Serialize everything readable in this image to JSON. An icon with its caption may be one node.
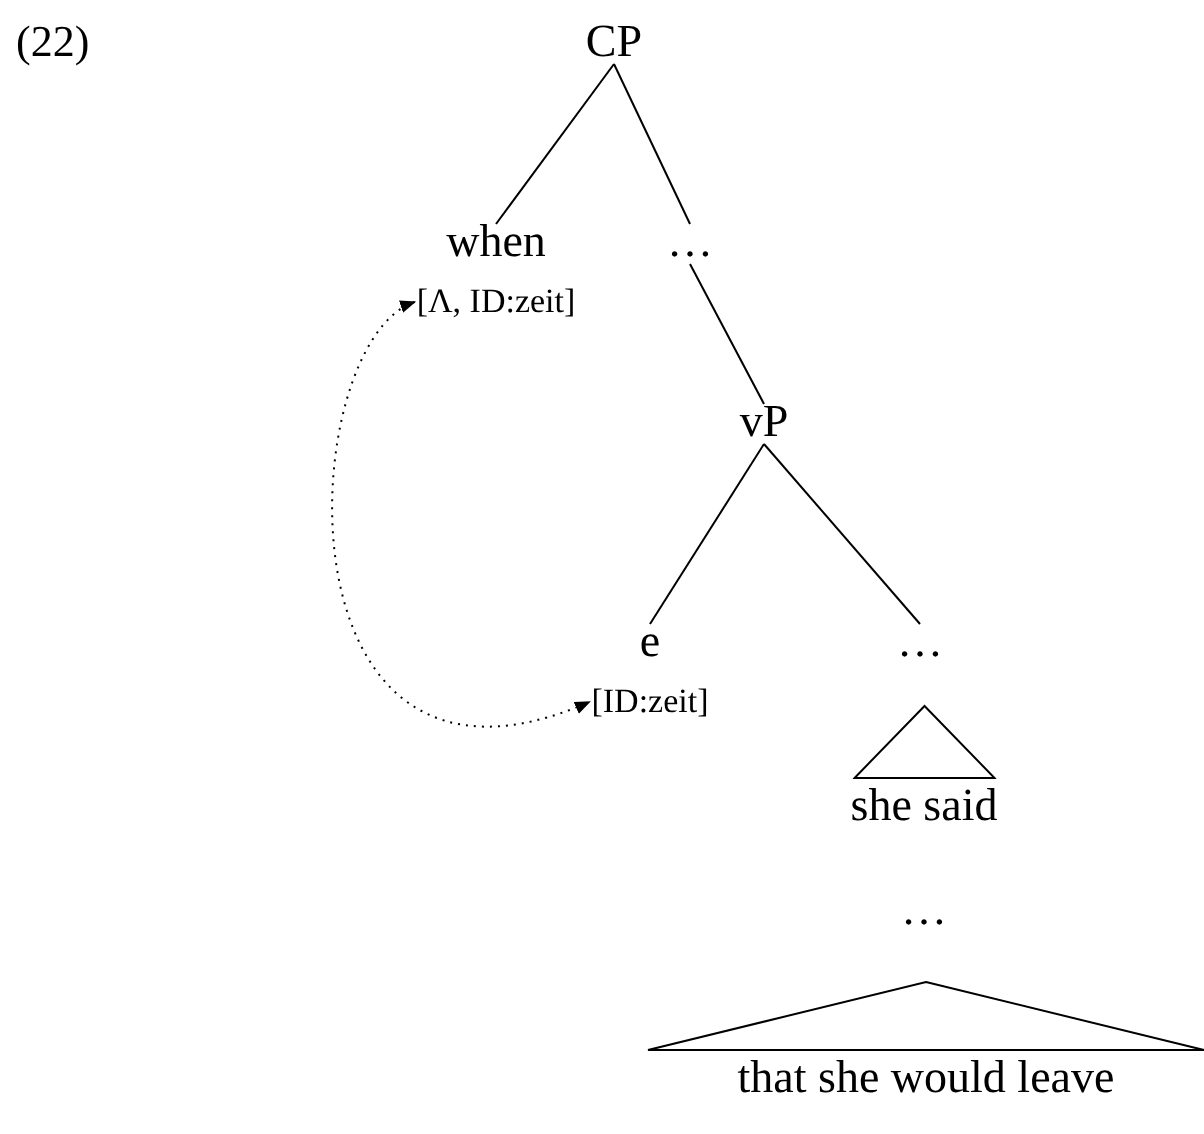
{
  "diagram": {
    "nodes": [
      {
        "text": [
          "CP"
        ]
      },
      {
        "text": [
          "when",
          "[Λ, ID:zeit]"
        ]
      },
      {
        "text": [
          "…"
        ]
      },
      {
        "text": [
          "vP"
        ]
      },
      {
        "text": [
          "e",
          "[ID:zeit]"
        ]
      },
      {
        "text": [
          "…"
        ]
      },
      {
        "text": [
          "she said"
        ]
      },
      {
        "text": [
          "…"
        ]
      },
      {
        "text": [
          "that she would leave"
        ]
      }
    ],
    "edges": [
      {
        "from": 0,
        "to": 1,
        "arrow": "none"
      },
      {
        "from": 0,
        "to": 2,
        "arrow": "none"
      },
      {
        "from": 2,
        "to": 3,
        "arrow": "none"
      },
      {
        "from": 3,
        "to": 4,
        "arrow": "none"
      },
      {
        "from": 3,
        "to": 5,
        "arrow": "none"
      },
      {
        "from": 1,
        "to": 4,
        "arrow": "both",
        "style": "dashed"
      }
    ],
    "labels": [
      "(22)"
    ]
  }
}
